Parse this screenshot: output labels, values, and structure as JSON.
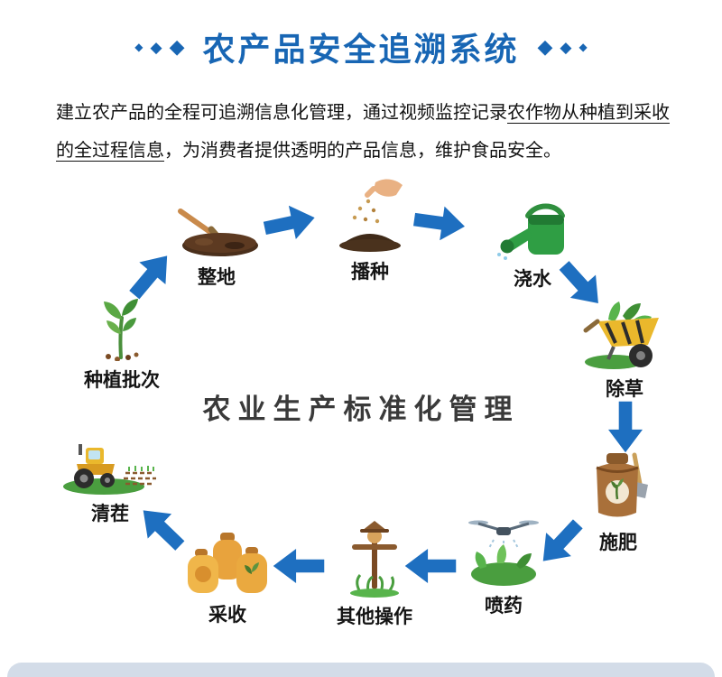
{
  "header": {
    "title": "农产品安全追溯系统",
    "decor_char": "◆",
    "title_color": "#1866b4"
  },
  "intro": {
    "text_before": "建立农产品的全程可追溯信息化管理，通过视频监控记录",
    "text_underlined": "农作物从种植到采收的全过程信息",
    "text_after": "，为消费者提供透明的产品信息，维护食品安全。"
  },
  "diagram": {
    "center_label": "农业生产标准化管理",
    "arrow_color": "#1e6fc0",
    "steps": [
      {
        "label": "种植批次",
        "icon": "seedling-icon"
      },
      {
        "label": "整地",
        "icon": "soil-rake-icon"
      },
      {
        "label": "播种",
        "icon": "hand-sowing-icon"
      },
      {
        "label": "浇水",
        "icon": "watering-can-icon"
      },
      {
        "label": "除草",
        "icon": "weeding-wheelbarrow-icon"
      },
      {
        "label": "施肥",
        "icon": "fertilizer-bag-icon"
      },
      {
        "label": "喷药",
        "icon": "spray-drone-icon"
      },
      {
        "label": "其他操作",
        "icon": "scarecrow-icon"
      },
      {
        "label": "采收",
        "icon": "harvest-jars-icon"
      },
      {
        "label": "清茬",
        "icon": "tractor-icon"
      }
    ]
  },
  "colors": {
    "footer_bar": "#d3dce8"
  }
}
